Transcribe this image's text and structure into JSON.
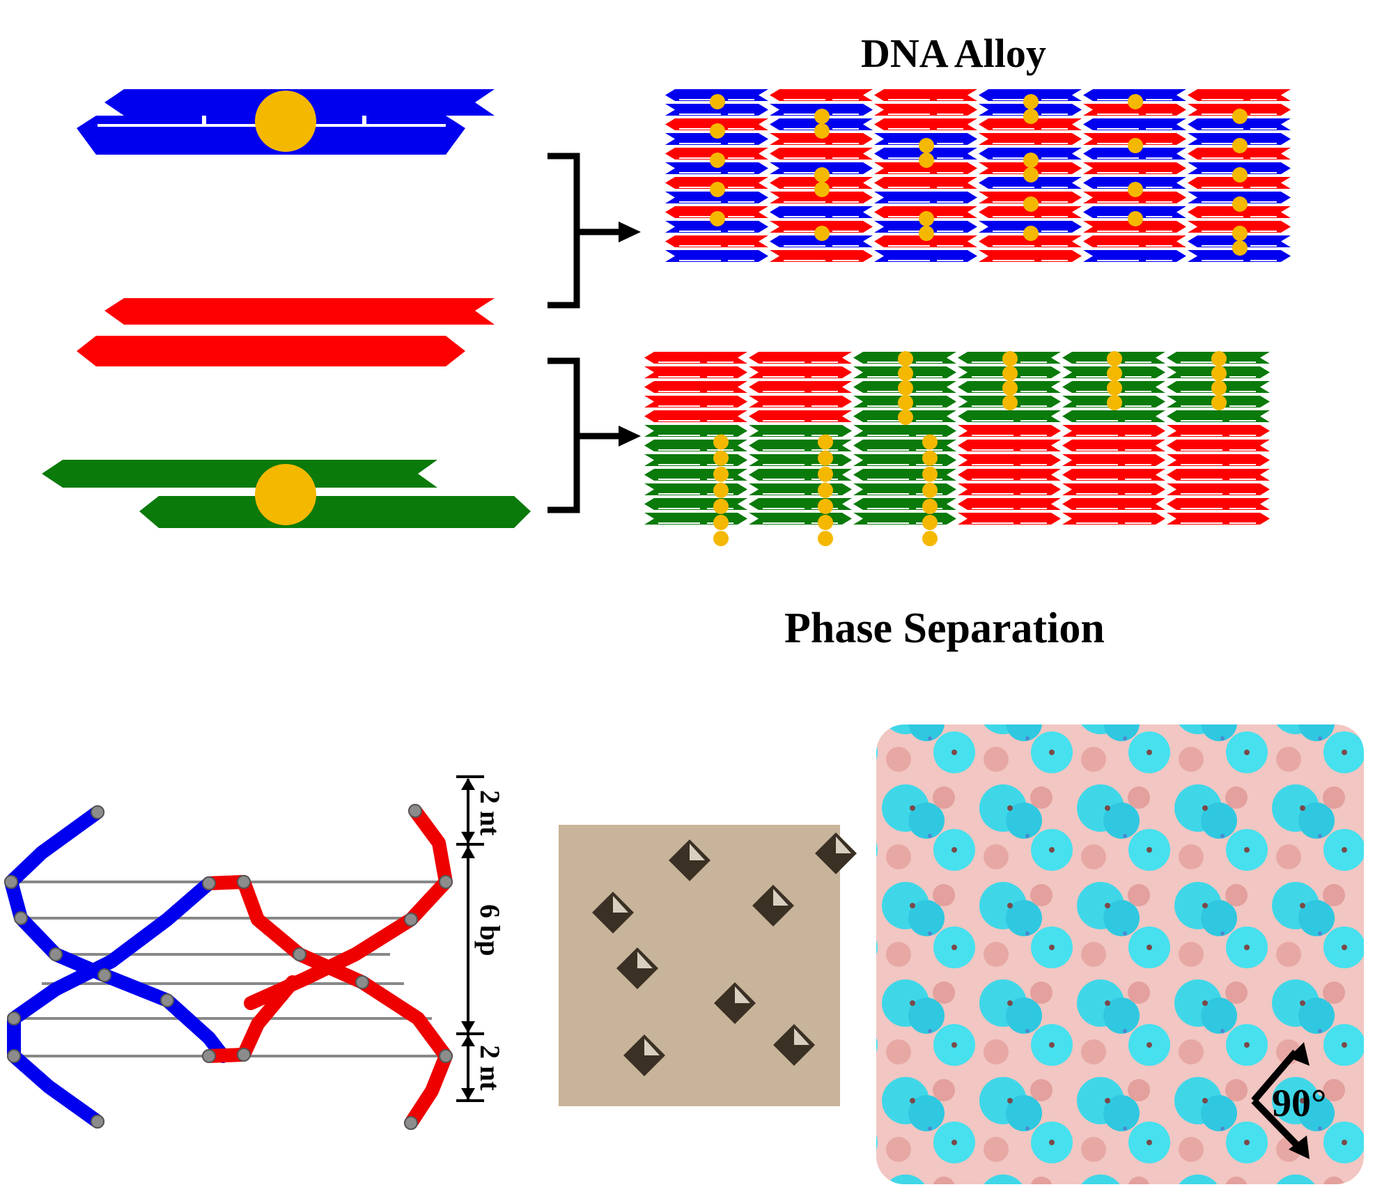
{
  "labels": {
    "alloy_title": "DNA Alloy",
    "phase_title": "Phase Separation",
    "dim_top": "2 nt",
    "dim_mid": "6 bp",
    "dim_bottom": "2 nt",
    "angle": "90°"
  },
  "colors": {
    "blue": "#0000ee",
    "red": "#ff0000",
    "green": "#0a7a0a",
    "gold": "#f5b800",
    "cyan": "#33e0ee",
    "pink": "#f0b4b0",
    "crystal_bg": "#c8b49a"
  },
  "motifs": [
    {
      "name": "blue-duplex",
      "color": "blue",
      "has_ligand": true
    },
    {
      "name": "red-duplex",
      "color": "red",
      "has_ligand": false
    },
    {
      "name": "green-duplex",
      "color": "green",
      "has_ligand": true
    }
  ]
}
